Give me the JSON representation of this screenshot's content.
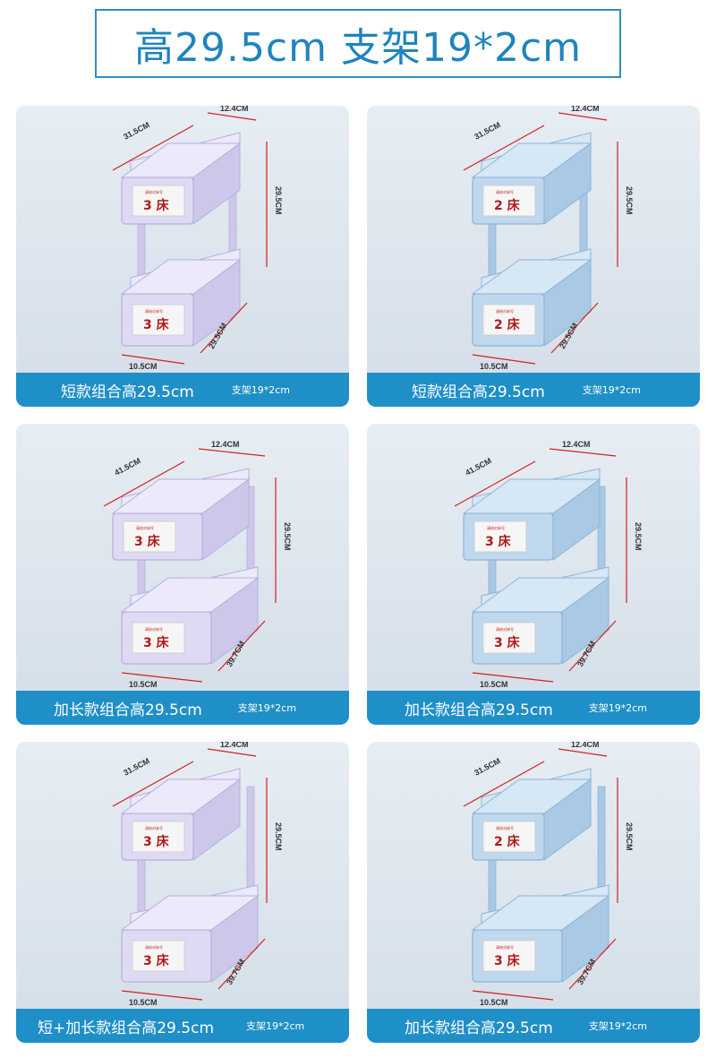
{
  "header": {
    "title": "高29.5cm 支架19*2cm"
  },
  "colors": {
    "accent": "#1f8fc7",
    "purple_product": "#dcd8f2",
    "blue_product": "#b9d5ec",
    "dimension_line": "#d42020"
  },
  "cards": [
    {
      "main": "短款组合高29.5cm",
      "sub": "支架19*2cm",
      "color": "purple",
      "style": "short",
      "top_label": "3 床",
      "bottom_label": "3 床",
      "small_label": "请核对床号",
      "dims": {
        "top_length": "31.5CM",
        "width": "12.4CM",
        "height": "29.5CM",
        "bottom_length": "29.5CM",
        "depth": "10.5CM"
      }
    },
    {
      "main": "短款组合高29.5cm",
      "sub": "支架19*2cm",
      "color": "blue",
      "style": "short",
      "top_label": "2 床",
      "bottom_label": "2 床",
      "small_label": "请核对床号",
      "dims": {
        "top_length": "31.5CM",
        "width": "12.4CM",
        "height": "29.5CM",
        "bottom_length": "29.5CM",
        "depth": "10.5CM"
      }
    },
    {
      "main": "加长款组合高29.5cm",
      "sub": "支架19*2cm",
      "color": "purple",
      "style": "long",
      "top_label": "3 床",
      "bottom_label": "3 床",
      "small_label": "请核对床号",
      "dims": {
        "top_length": "41.5CM",
        "width": "12.4CM",
        "height": "29.5CM",
        "bottom_length": "39.7CM",
        "depth": "10.5CM"
      }
    },
    {
      "main": "加长款组合高29.5cm",
      "sub": "支架19*2cm",
      "color": "blue",
      "style": "long",
      "top_label": "3 床",
      "bottom_label": "3 床",
      "small_label": "请核对床号",
      "dims": {
        "top_length": "41.5CM",
        "width": "12.4CM",
        "height": "29.5CM",
        "bottom_length": "39.7CM",
        "depth": "10.5CM"
      }
    },
    {
      "main": "短+加长款组合高29.5cm",
      "sub": "支架19*2cm",
      "color": "purple",
      "style": "mixed",
      "top_label": "3 床",
      "bottom_label": "3 床",
      "small_label": "请核对床号",
      "dims": {
        "top_length": "31.5CM",
        "width": "12.4CM",
        "height": "29.5CM",
        "bottom_length": "39.7CM",
        "depth": "10.5CM"
      }
    },
    {
      "main": "加长款组合高29.5cm",
      "sub": "支架19*2cm",
      "color": "blue",
      "style": "mixed",
      "top_label": "2 床",
      "bottom_label": "3 床",
      "small_label": "请核对床号",
      "dims": {
        "top_length": "31.5CM",
        "width": "12.4CM",
        "height": "29.5CM",
        "bottom_length": "39.7CM",
        "depth": "10.5CM"
      }
    }
  ]
}
